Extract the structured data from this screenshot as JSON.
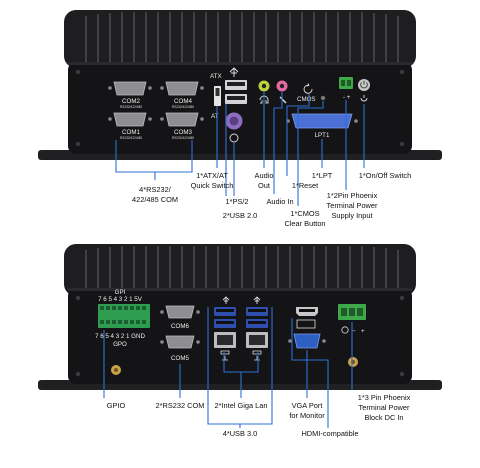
{
  "top_panel": {
    "ports": {
      "com2": "COM2",
      "com4": "COM4",
      "com1": "COM1",
      "com3": "COM3",
      "com_sub": "RS232/422/485",
      "atx": "ATX",
      "at": "AT",
      "cmos": "CMOS",
      "lpt1": "LPT1"
    },
    "callouts": {
      "com_a": "4*RS232/",
      "com_b": "422/485 COM",
      "atx_a": "1*ATX/AT",
      "atx_b": "Quick Switch",
      "ps2": "1*PS/2",
      "usb2": "2*USB 2.0",
      "audio_out_a": "Audio",
      "audio_out_b": "Out",
      "audio_in": "Audio In",
      "cmos_a": "1*CMOS",
      "cmos_b": "Clear Button",
      "lpt": "1*LPT",
      "reset": "1*Reset",
      "phoenix_a": "1*2Pin Phoenix",
      "phoenix_b": "Terminal  Power",
      "phoenix_c": "Supply Input",
      "onoff": "1*On/Off Switch"
    }
  },
  "bottom_panel": {
    "ports": {
      "gpi": "GPI",
      "gpi_pins": "7 6 5 4 3 2 1 5V",
      "gpo_pins": "7 6 5 4 3 2 1 GND",
      "gpo": "GPO",
      "com6": "COM6",
      "com5": "COM5",
      "dc_minus": "−",
      "dc_plus": "+"
    },
    "callouts": {
      "gpio": "GPIO",
      "rs232": "2*RS232 COM",
      "lan": "2*Intel Giga Lan",
      "usb3": "4*USB 3.0",
      "vga_a": "VGA Port",
      "vga_b": "for Monitor",
      "hdmi": "HDMI-compatible",
      "dc_a": "1*3 Pin Phoenix",
      "dc_b": "Terminal Power",
      "dc_c": "Block DC In"
    }
  },
  "colors": {
    "lead": "#2d6fd4",
    "chassis": "#1c1c1e",
    "panel": "#111113",
    "connector_green": "#3ea84a",
    "vga_blue": "#2e5fc2",
    "lpt_blue": "#4a70d6",
    "ps2_purple": "#8e6cc0",
    "audio_green": "#b8d23a",
    "audio_pink": "#e46aa3",
    "gpio_green": "#2f9d4f"
  }
}
